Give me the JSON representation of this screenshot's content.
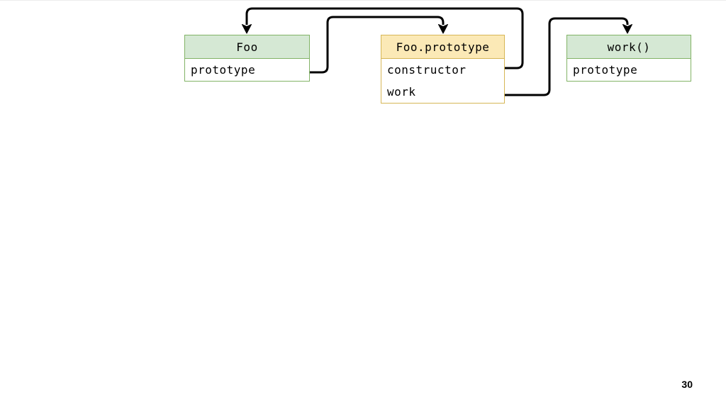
{
  "page": {
    "number": "30"
  },
  "diagram": {
    "boxes": [
      {
        "id": "foo",
        "title": "Foo",
        "theme": "green",
        "rows": [
          "prototype"
        ]
      },
      {
        "id": "foo-prototype",
        "title": "Foo.prototype",
        "theme": "yellow",
        "rows": [
          "constructor",
          "work"
        ]
      },
      {
        "id": "work-fn",
        "title": "work()",
        "theme": "green",
        "rows": [
          "prototype"
        ]
      }
    ],
    "arrows": [
      {
        "id": "foo-prototype-to-fooproto",
        "from": "Foo.prototype row",
        "to": "Foo.prototype header"
      },
      {
        "id": "constructor-to-foo",
        "from": "Foo.prototype.constructor row",
        "to": "Foo header"
      },
      {
        "id": "work-to-workfn",
        "from": "Foo.prototype.work row",
        "to": "work() header"
      }
    ],
    "colors": {
      "green_fill": "#d5e8d4",
      "green_border": "#82b366",
      "yellow_fill": "#fbe9b6",
      "yellow_border": "#d6b656",
      "arrow": "#000000",
      "text": "#000000",
      "background": "#ffffff"
    }
  }
}
